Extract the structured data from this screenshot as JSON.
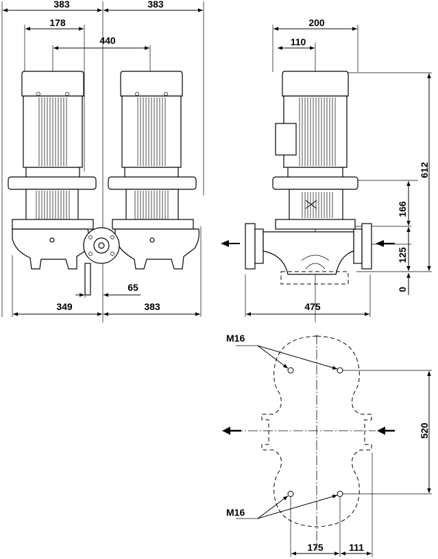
{
  "front_view": {
    "dim_top_left": "383",
    "dim_top_right": "383",
    "dim_inner": "178",
    "dim_motor_spacing": "440",
    "dim_bottom_left": "349",
    "dim_bottom_right": "383",
    "dim_offset": "65"
  },
  "side_view": {
    "dim_width": "200",
    "dim_half": "110",
    "dim_total_height": "612",
    "dim_flange_height": "166",
    "dim_port_height": "125",
    "dim_base": "0",
    "dim_footprint": "475"
  },
  "base_plan": {
    "bolt_label_top": "M16",
    "bolt_label_bottom": "M16",
    "dim_bolt_spacing_v": "520",
    "dim_bolt_left": "175",
    "dim_bolt_right": "111"
  }
}
